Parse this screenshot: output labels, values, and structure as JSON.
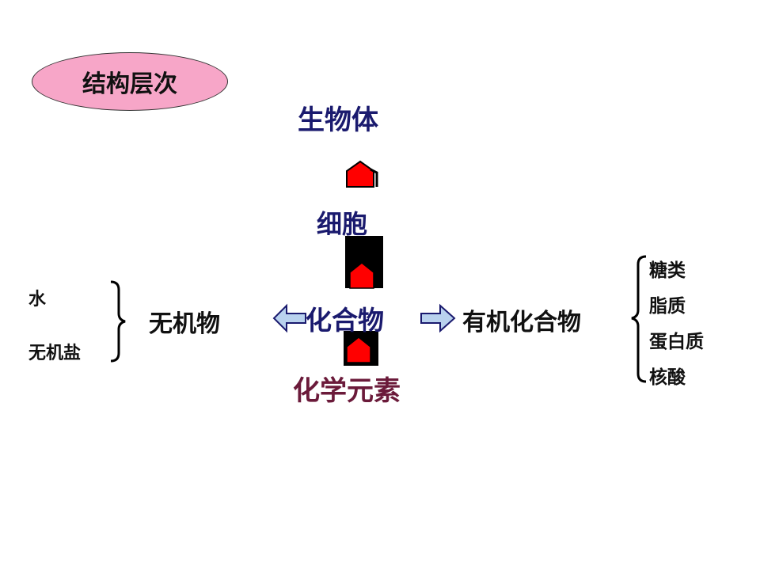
{
  "title_badge": {
    "label": "结构层次"
  },
  "levels": {
    "organism": "生物体",
    "cell": "细胞",
    "compound": "化合物",
    "element": "化学元素"
  },
  "inorganic": {
    "label": "无机物",
    "items": [
      "水",
      "无机盐"
    ]
  },
  "organic": {
    "label": "有机化合物",
    "items": [
      "糖类",
      "脂质",
      "蛋白质",
      "核酸"
    ]
  },
  "colors": {
    "level_text": "#1a1a6e",
    "element_text": "#6b1a3a",
    "arrow_up": "#ff0000",
    "arrow_side": "#b9d2ee",
    "badge_fill": "#f7a6c8"
  }
}
